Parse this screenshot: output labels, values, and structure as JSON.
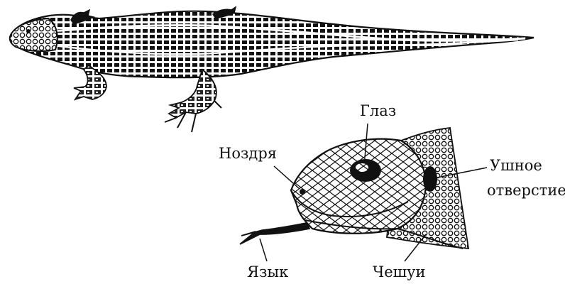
{
  "figure": {
    "labels": {
      "eye": "Глаз",
      "nostril": "Ноздря",
      "ear_line1": "Ушное",
      "ear_line2": "отверстие",
      "tongue": "Язык",
      "scales": "Чешуи"
    },
    "colors": {
      "ink": "#111111",
      "paper": "#ffffff"
    },
    "drawings": [
      "whole-lizard-illustration",
      "lizard-head-closeup-illustration"
    ]
  }
}
